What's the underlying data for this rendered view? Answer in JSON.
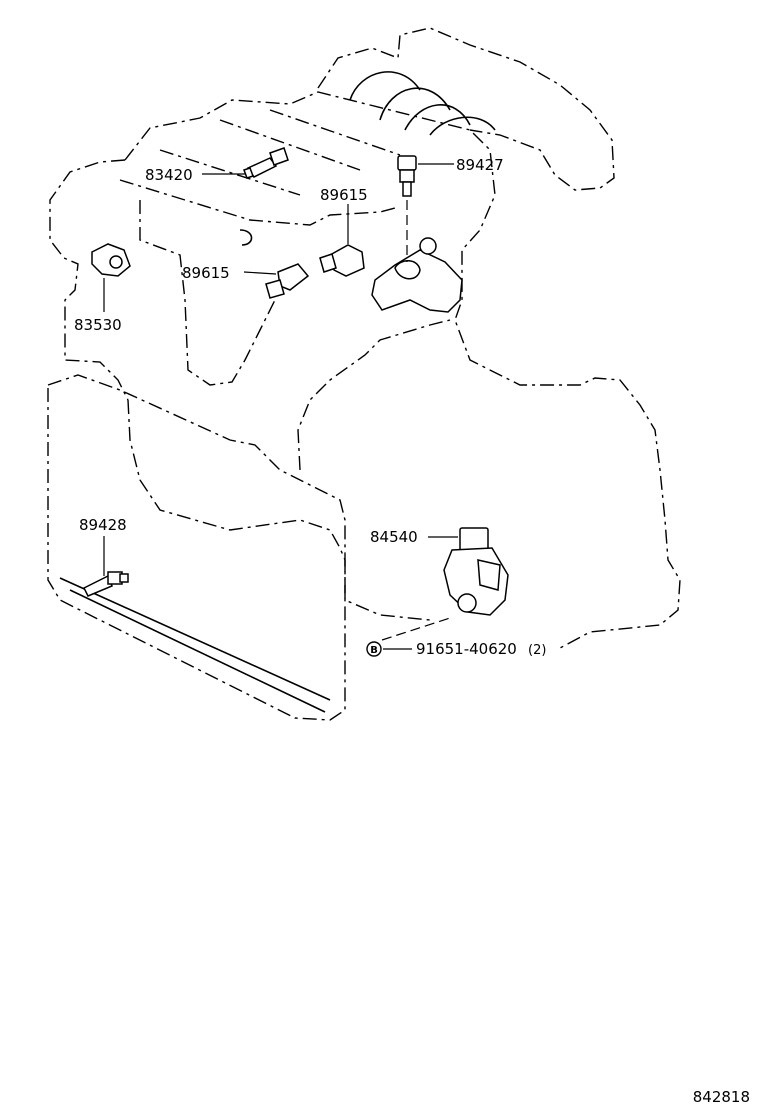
{
  "parts": {
    "p83420": "83420",
    "p89427": "89427",
    "p89615_upper": "89615",
    "p89615_lower": "89615",
    "p83530": "83530",
    "p89428": "89428",
    "p84540": "84540",
    "bolt": {
      "marker": "B",
      "number": "91651-40620",
      "quantity": "(2)"
    }
  },
  "reference_code": "842818"
}
